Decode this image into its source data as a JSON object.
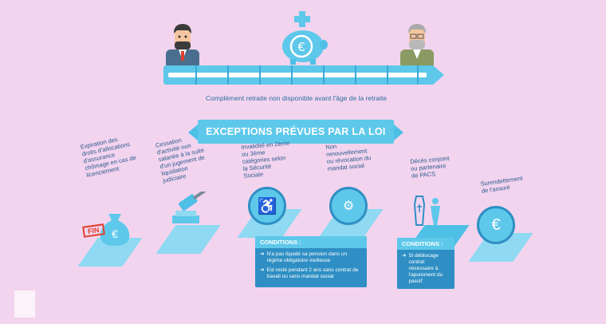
{
  "caption": "Complément retraite non disponible avant l'âge de la retraite",
  "banner": "EXCEPTIONS PRÉVUES PAR LA LOI",
  "fin_tag": "FIN",
  "euro": "€",
  "exceptions": [
    {
      "label": "Expiration des droits d'allocations d'assurance chômage en cas de licenciement"
    },
    {
      "label": "Cessation d'activité non salariée à la suite d'un jugement de liquidation judiciaire"
    },
    {
      "label": "Invalidité en 2ème ou 3ème catégories selon la Sécurité Sociale"
    },
    {
      "label": "Non renouvellement ou révocation du mandat social"
    },
    {
      "label": "Décès conjoint ou partenaire de PACS"
    },
    {
      "label": "Surendettement de l'assuré"
    }
  ],
  "conditions_left": {
    "title": "CONDITIONS :",
    "items": [
      "N'a pas liquidé sa pension dans un régime obligatoire vieillesse",
      "Est resté pendant 2 ans sans contrat de travail ou sans mandat social"
    ]
  },
  "conditions_right": {
    "title": "CONDITIONS :",
    "items": [
      "Si déblocage contrat nécessaire à l'apurement du passif"
    ]
  },
  "colors": {
    "background": "#f2d4ef",
    "accent": "#5ec8ea",
    "dark_accent": "#2f8fc4",
    "text": "#2d5a8c"
  }
}
